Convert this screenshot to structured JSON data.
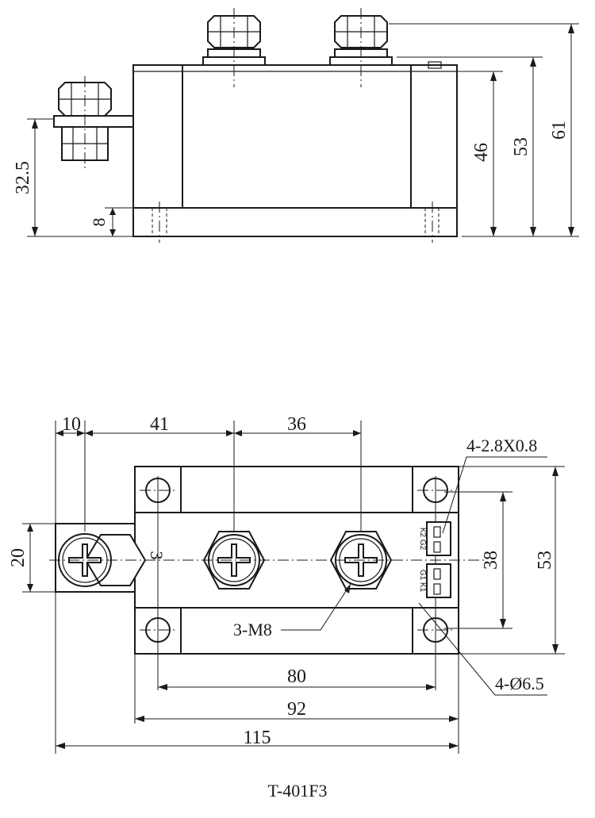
{
  "side_view": {
    "dims": {
      "total_height": "61",
      "body_height": "53",
      "case_height": "46",
      "side_terminal_height": "32.5",
      "base_height": "8"
    }
  },
  "top_view": {
    "dims": {
      "edge_to_side_terminal": "10",
      "side_to_first_terminal": "41",
      "terminal_pitch": "36",
      "pin_spec": "4-2.8X0.8",
      "hole_pitch_vertical": "38",
      "body_width": "53",
      "side_terminal_width": "20",
      "hole_pitch_horizontal": "80",
      "body_length": "92",
      "overall_length": "115",
      "screw_spec": "3-M8",
      "hole_spec": "4-Ø6.5",
      "terminal_marker": "3"
    },
    "pin_labels": {
      "upper": "K2 G2",
      "lower": "G1 K1"
    }
  },
  "caption": "T-401F3"
}
